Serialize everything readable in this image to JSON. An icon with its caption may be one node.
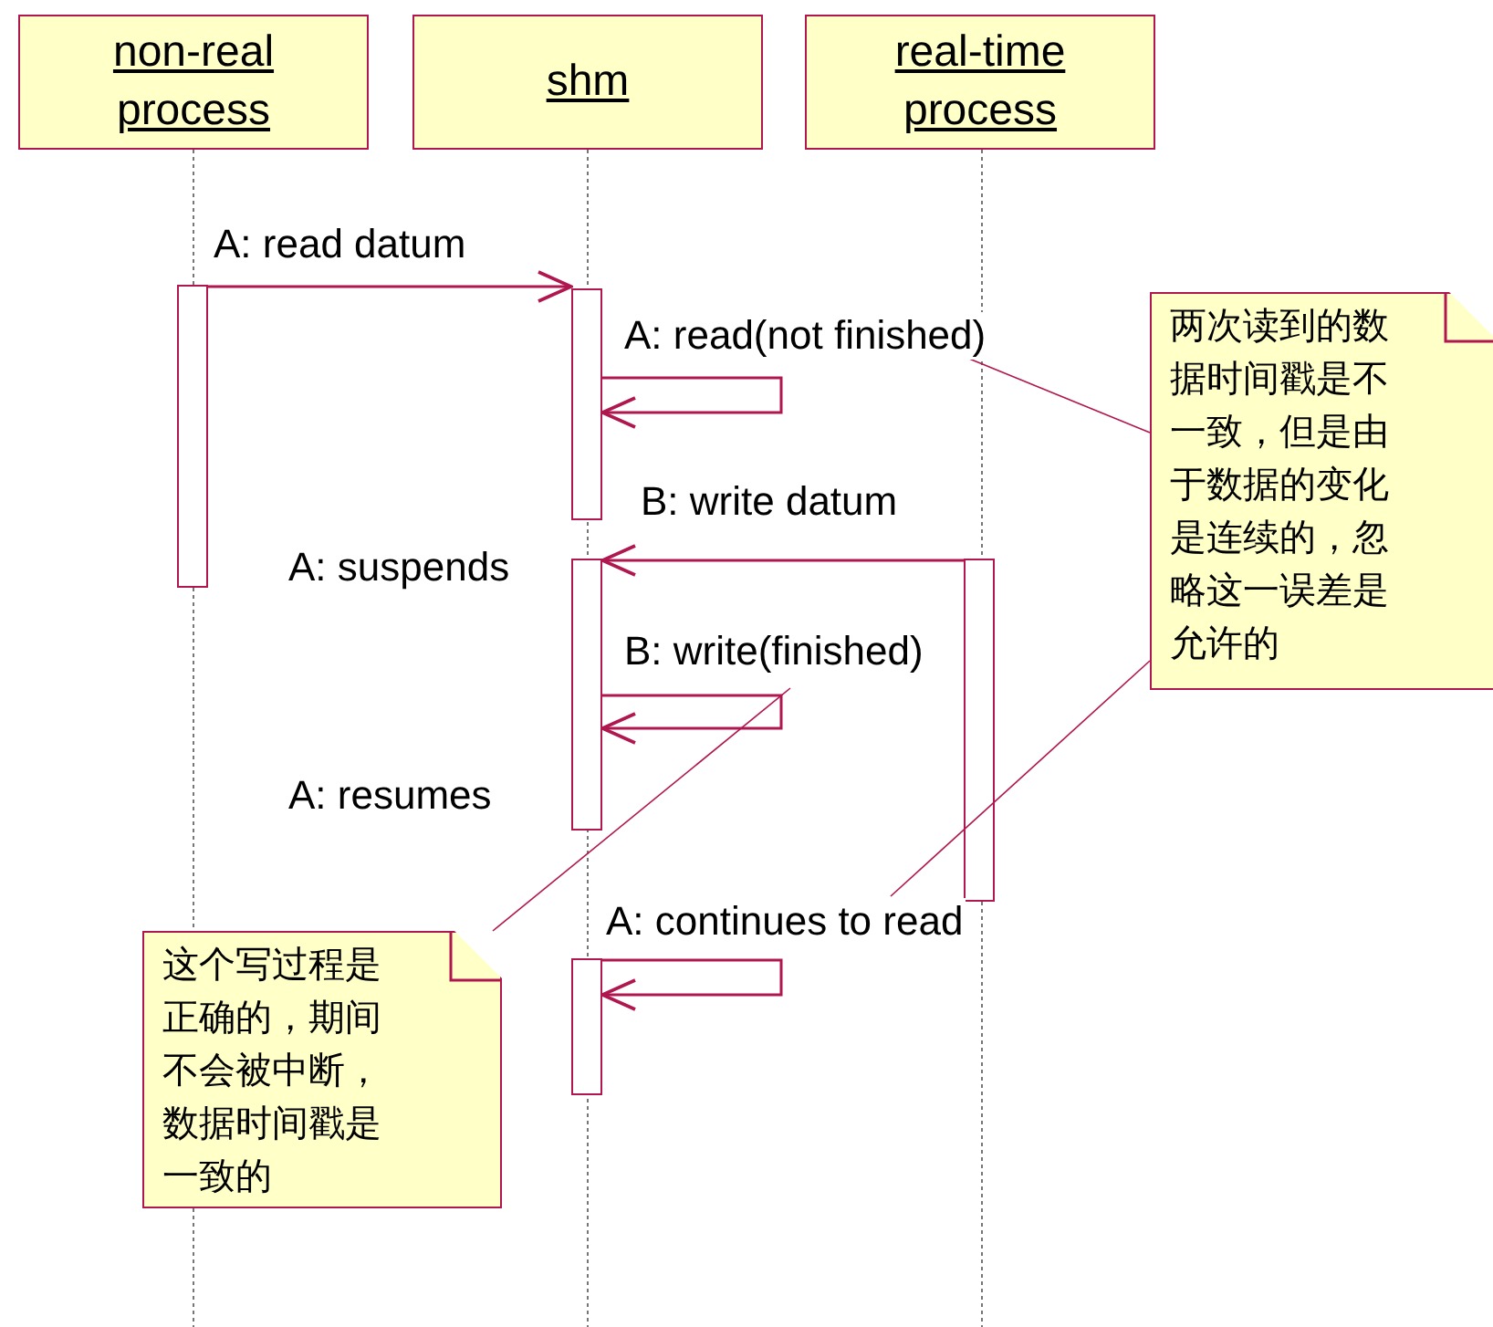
{
  "diagram": {
    "nodes": [
      {
        "text": [
          "non-real process"
        ]
      },
      {
        "text": [
          "shm"
        ]
      },
      {
        "text": [
          "real-time process"
        ]
      },
      {
        "text": [
          "两次读到的数据时间戳是不一致，但是由于数据的变化是连续的，忽略这一误差是允许的"
        ]
      },
      {
        "text": [
          "这个写过程是正确的，期间不会被中断，数据时间戳是一致的"
        ]
      },
      {
        "text": [],
        "shape": "bar"
      },
      {
        "text": [],
        "shape": "bar"
      },
      {
        "text": [],
        "shape": "bar"
      },
      {
        "text": [],
        "shape": "bar"
      },
      {
        "text": [],
        "shape": "bar"
      }
    ],
    "edges": [
      {
        "from": 5,
        "to": 6,
        "arrow": "to",
        "label": "A: read datum"
      },
      {
        "from": 6,
        "to": 6,
        "arrow": "to",
        "label": "A: read(not finished)"
      },
      {
        "from": 8,
        "to": 7,
        "arrow": "to",
        "label": "B: write datum"
      },
      {
        "from": 7,
        "to": 7,
        "arrow": "to",
        "label": "B: write(finished)"
      },
      {
        "from": 9,
        "to": 9,
        "arrow": "to",
        "label": "A: continues to read"
      },
      {
        "from": 3,
        "to": null,
        "arrow": "none"
      },
      {
        "from": 3,
        "to": null,
        "arrow": "none"
      },
      {
        "from": 4,
        "to": null,
        "arrow": "none"
      }
    ],
    "labels": [
      "A: suspends",
      "A: resumes"
    ]
  }
}
